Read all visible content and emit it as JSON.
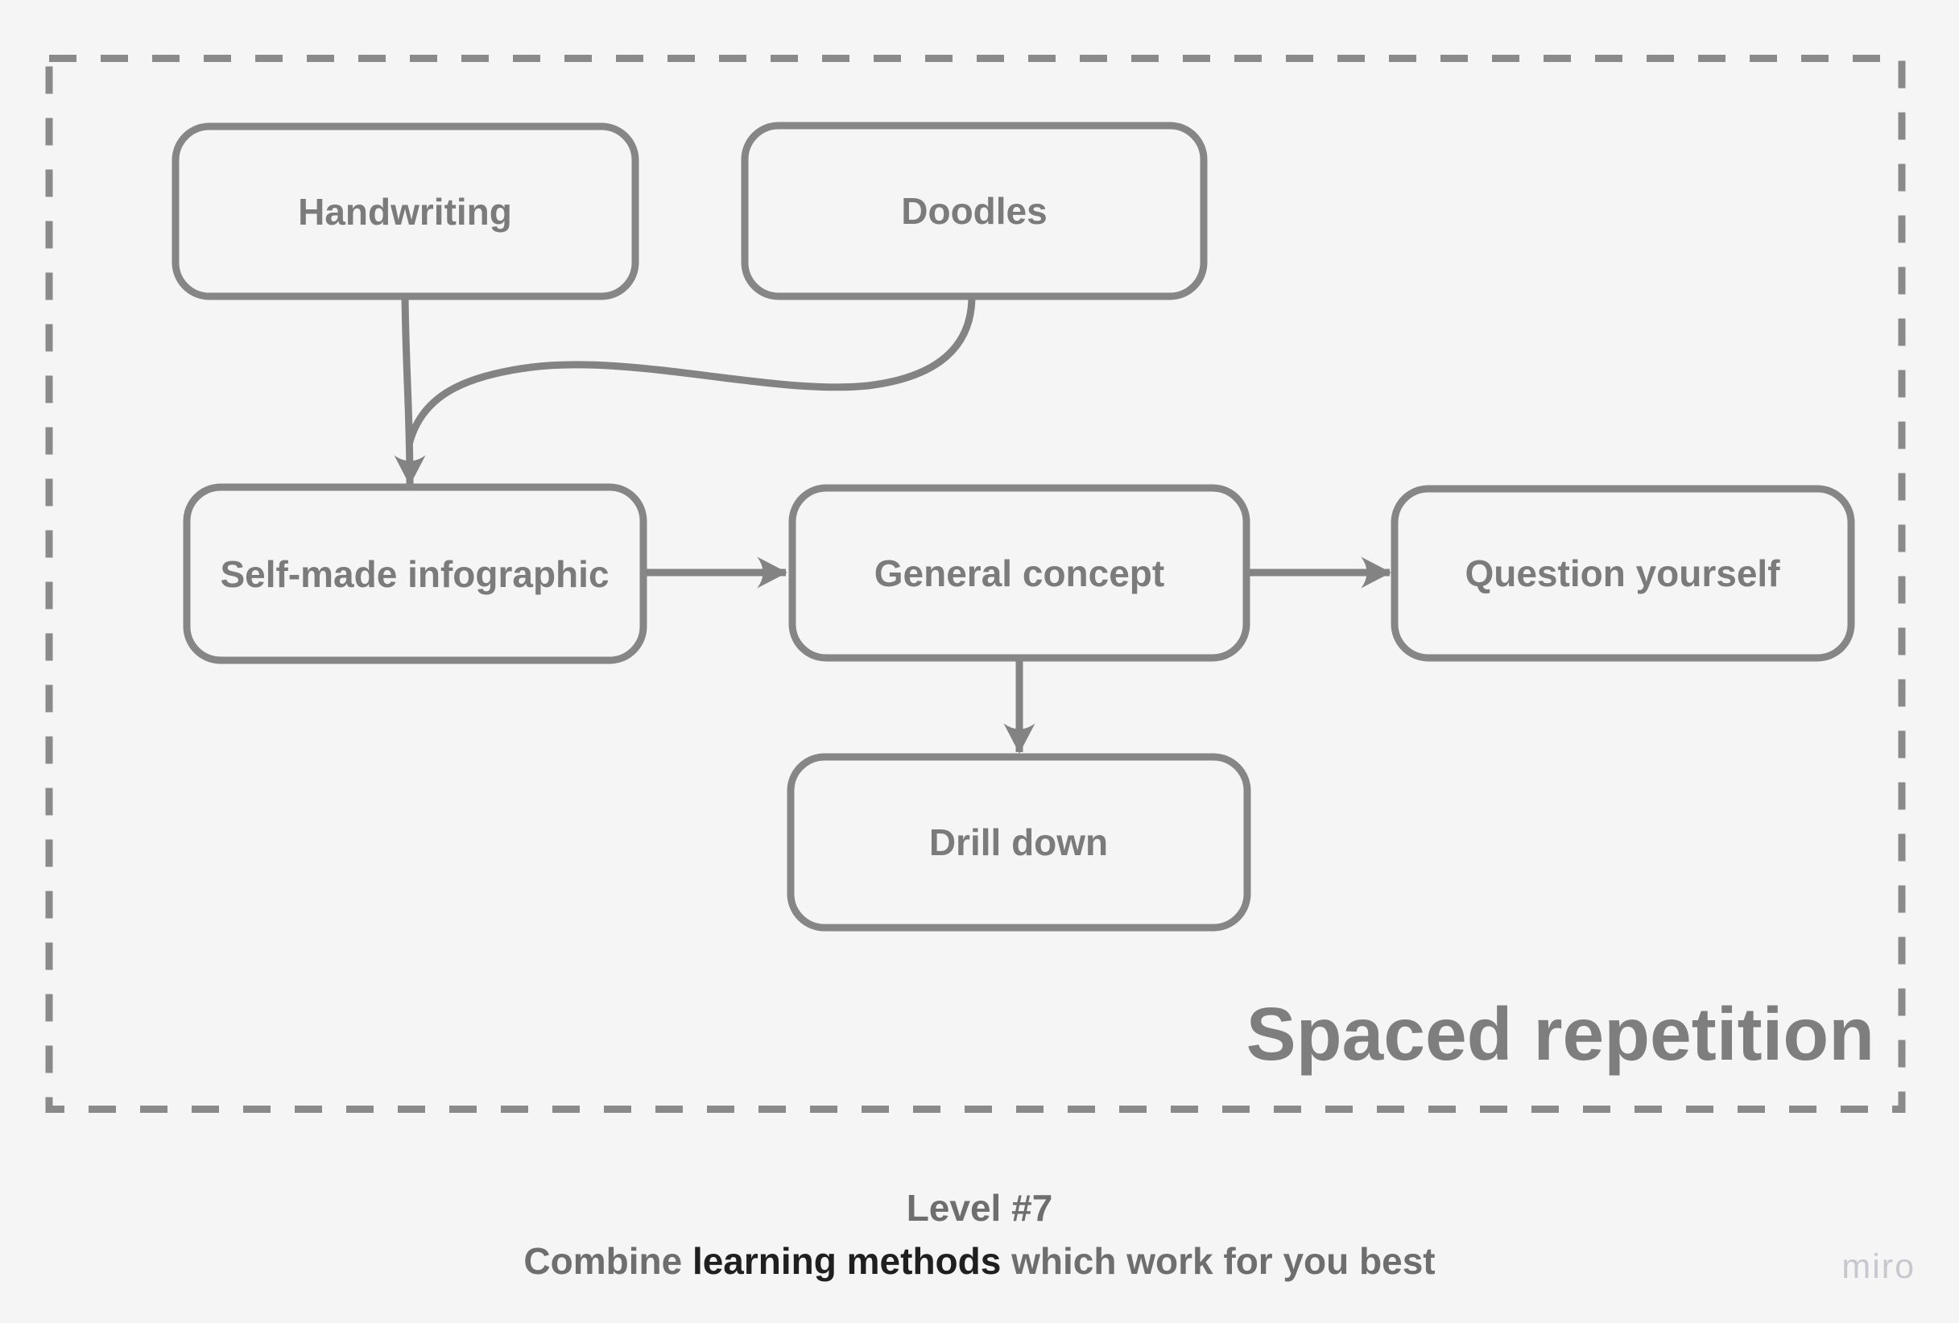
{
  "frame": {
    "title": "Spaced repetition"
  },
  "nodes": {
    "handwriting": {
      "label": "Handwriting"
    },
    "doodles": {
      "label": "Doodles"
    },
    "self_made_infographic": {
      "label": "Self-made infographic"
    },
    "general_concept": {
      "label": "General concept"
    },
    "question_yourself": {
      "label": "Question yourself"
    },
    "drill_down": {
      "label": "Drill down"
    }
  },
  "edges": [
    {
      "from": "handwriting",
      "to": "self_made_infographic"
    },
    {
      "from": "doodles",
      "to": "self_made_infographic"
    },
    {
      "from": "self_made_infographic",
      "to": "general_concept"
    },
    {
      "from": "general_concept",
      "to": "question_yourself"
    },
    {
      "from": "general_concept",
      "to": "drill_down"
    }
  ],
  "caption": {
    "line1": "Level #7",
    "line2_prefix": "Combine ",
    "line2_highlight": "learning methods",
    "line2_suffix": " which work for you best"
  },
  "watermark": {
    "label": "miro"
  },
  "colors": {
    "background": "#f5f5f6",
    "stroke_gray": "#838383",
    "node_border": "#868686",
    "node_text": "#7b7b7b",
    "frame_title": "#7e7e7e",
    "caption_gray": "#6e6e6e",
    "caption_dark": "#1f1f1f",
    "watermark": "#c7c7d0"
  }
}
